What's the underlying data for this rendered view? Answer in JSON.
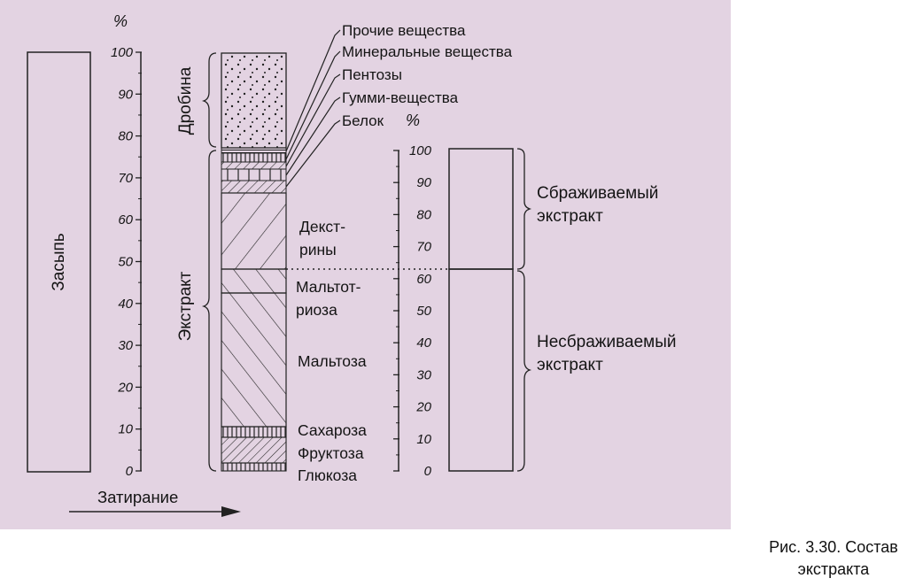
{
  "figure": {
    "percent_label": "%",
    "left_scale_ticks": [
      "0",
      "10",
      "20",
      "30",
      "40",
      "50",
      "60",
      "70",
      "80",
      "90",
      "100"
    ],
    "right_scale_ticks": [
      "0",
      "10",
      "20",
      "30",
      "40",
      "50",
      "60",
      "70",
      "80",
      "90",
      "100"
    ],
    "left_box_label": "Засыпь",
    "process_arrow_label": "Затирание",
    "brace_drobina": "Дробина",
    "brace_ekstrakt": "Экстракт",
    "components": [
      "Прочие вещества",
      "Минеральные вещества",
      "Пентозы",
      "Гумми-вещества",
      "Белок"
    ],
    "segments": {
      "dextrins": [
        "Декст-",
        "рины"
      ],
      "maltotriose": [
        "Мальтот-",
        "риоза"
      ],
      "maltose": "Мальтоза",
      "sucrose": "Сахароза",
      "fructose": "Фруктоза",
      "glucose": "Глюкоза"
    },
    "right_box": {
      "fermentable": [
        "Сбраживаемый",
        "экстракт"
      ],
      "nonfermentable": [
        "Несбраживаемый",
        "экстракт"
      ]
    }
  },
  "caption": [
    "Рис. 3.30. Состав",
    "экстракта"
  ],
  "colors": {
    "background": "#e3d3e2",
    "ink": "#141414"
  }
}
